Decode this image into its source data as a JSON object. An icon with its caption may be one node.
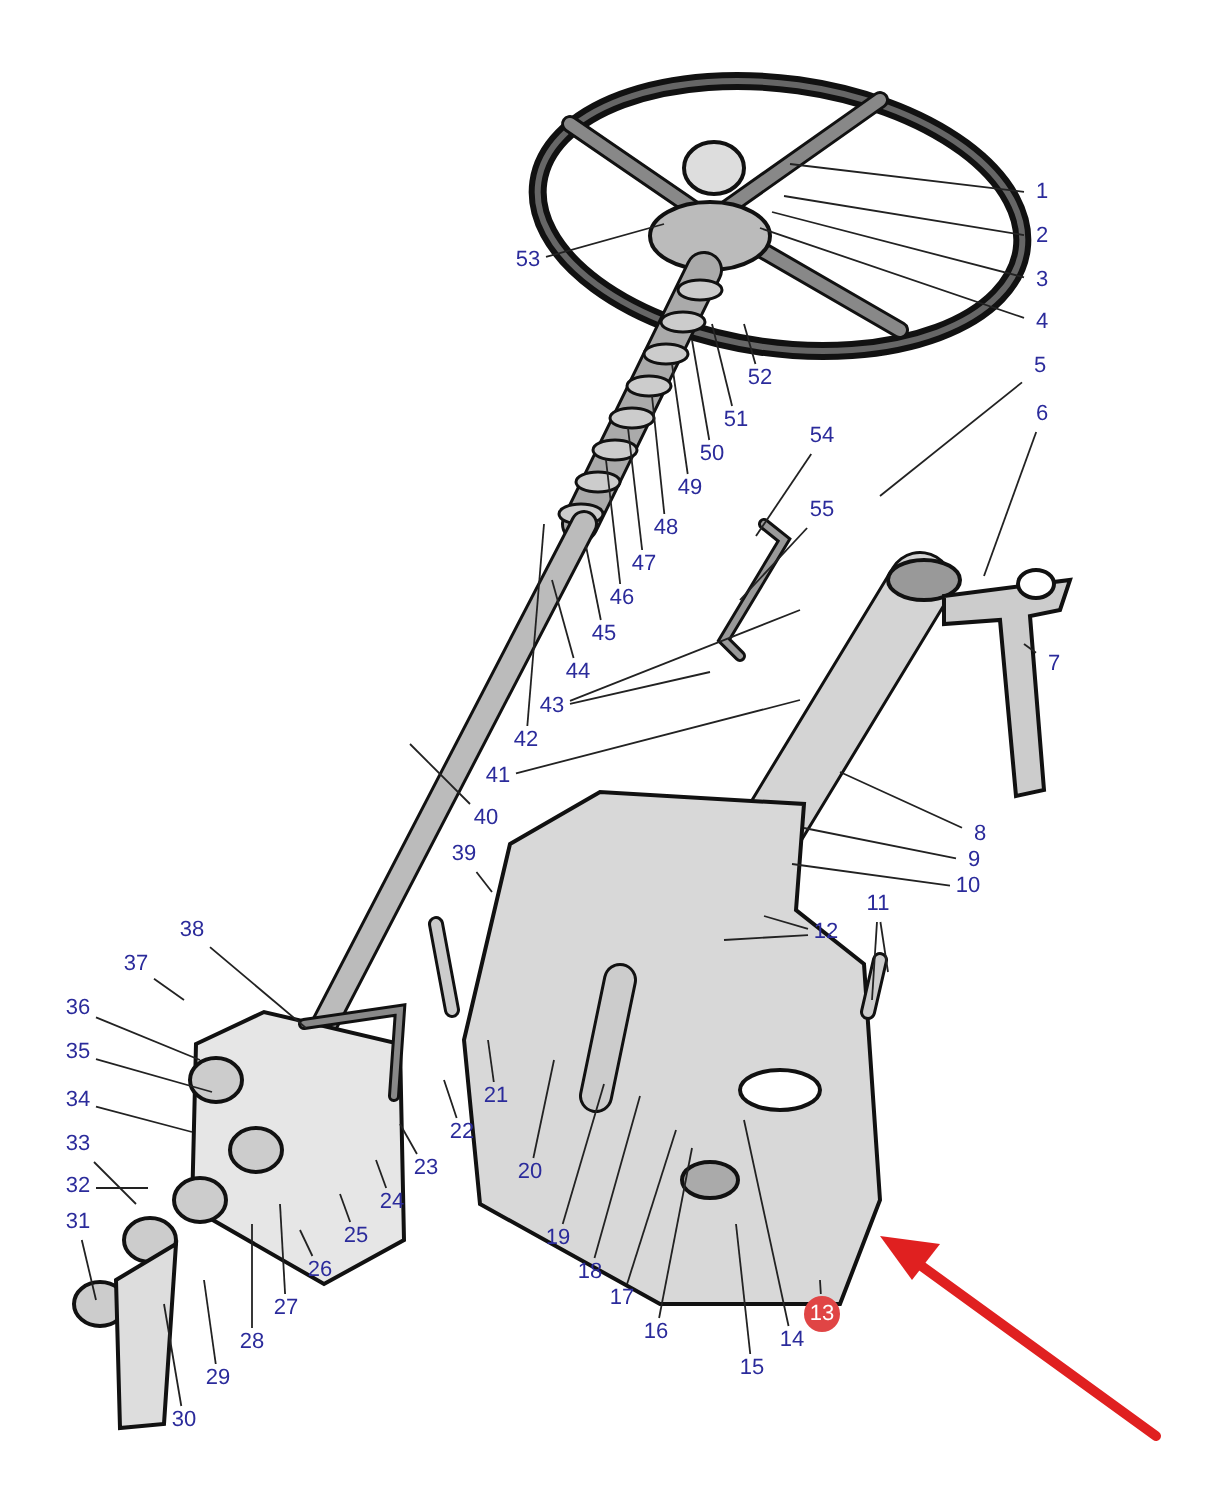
{
  "diagram": {
    "nodes": [
      {
        "text": [
          "1"
        ]
      },
      {
        "text": [
          "2"
        ]
      },
      {
        "text": [
          "3"
        ]
      },
      {
        "text": [
          "4"
        ]
      },
      {
        "text": [
          "5"
        ]
      },
      {
        "text": [
          "6"
        ]
      },
      {
        "text": [
          "7"
        ]
      },
      {
        "text": [
          "8"
        ]
      },
      {
        "text": [
          "9"
        ]
      },
      {
        "text": [
          "10"
        ]
      },
      {
        "text": [
          "11"
        ]
      },
      {
        "text": [
          "12"
        ]
      },
      {
        "text": [
          "13"
        ]
      },
      {
        "text": [
          "14"
        ]
      },
      {
        "text": [
          "15"
        ]
      },
      {
        "text": [
          "16"
        ]
      },
      {
        "text": [
          "17"
        ]
      },
      {
        "text": [
          "18"
        ]
      },
      {
        "text": [
          "19"
        ]
      },
      {
        "text": [
          "20"
        ]
      },
      {
        "text": [
          "21"
        ]
      },
      {
        "text": [
          "22"
        ]
      },
      {
        "text": [
          "23"
        ]
      },
      {
        "text": [
          "24"
        ]
      },
      {
        "text": [
          "25"
        ]
      },
      {
        "text": [
          "26"
        ]
      },
      {
        "text": [
          "27"
        ]
      },
      {
        "text": [
          "28"
        ]
      },
      {
        "text": [
          "29"
        ]
      },
      {
        "text": [
          "30"
        ]
      },
      {
        "text": [
          "31"
        ]
      },
      {
        "text": [
          "32"
        ]
      },
      {
        "text": [
          "33"
        ]
      },
      {
        "text": [
          "34"
        ]
      },
      {
        "text": [
          "35"
        ]
      },
      {
        "text": [
          "36"
        ]
      },
      {
        "text": [
          "37"
        ]
      },
      {
        "text": [
          "38"
        ]
      },
      {
        "text": [
          "39"
        ]
      },
      {
        "text": [
          "40"
        ]
      },
      {
        "text": [
          "41"
        ]
      },
      {
        "text": [
          "42"
        ]
      },
      {
        "text": [
          "43"
        ]
      },
      {
        "text": [
          "44"
        ]
      },
      {
        "text": [
          "45"
        ]
      },
      {
        "text": [
          "46"
        ]
      },
      {
        "text": [
          "47"
        ]
      },
      {
        "text": [
          "48"
        ]
      },
      {
        "text": [
          "49"
        ]
      },
      {
        "text": [
          "50"
        ]
      },
      {
        "text": [
          "51"
        ]
      },
      {
        "text": [
          "52"
        ]
      },
      {
        "text": [
          "53"
        ]
      },
      {
        "text": [
          "54"
        ]
      },
      {
        "text": [
          "55"
        ]
      }
    ],
    "edges": [
      {
        "from": 0,
        "to": null,
        "arrow": "none"
      },
      {
        "from": 1,
        "to": null,
        "arrow": "none"
      },
      {
        "from": 2,
        "to": null,
        "arrow": "none"
      },
      {
        "from": 3,
        "to": null,
        "arrow": "none"
      },
      {
        "from": 4,
        "to": null,
        "arrow": "none"
      },
      {
        "from": 5,
        "to": null,
        "arrow": "none"
      },
      {
        "from": 6,
        "to": null,
        "arrow": "none"
      },
      {
        "from": 7,
        "to": null,
        "arrow": "none"
      },
      {
        "from": 8,
        "to": null,
        "arrow": "none"
      },
      {
        "from": 9,
        "to": null,
        "arrow": "none"
      },
      {
        "from": 10,
        "to": null,
        "arrow": "none"
      },
      {
        "from": 10,
        "to": null,
        "arrow": "none"
      },
      {
        "from": 11,
        "to": null,
        "arrow": "none"
      },
      {
        "from": 11,
        "to": null,
        "arrow": "none"
      },
      {
        "from": 12,
        "to": null,
        "arrow": "none"
      },
      {
        "from": 13,
        "to": null,
        "arrow": "none"
      },
      {
        "from": 14,
        "to": null,
        "arrow": "none"
      },
      {
        "from": 15,
        "to": null,
        "arrow": "none"
      },
      {
        "from": 16,
        "to": null,
        "arrow": "none"
      },
      {
        "from": 17,
        "to": null,
        "arrow": "none"
      },
      {
        "from": 18,
        "to": null,
        "arrow": "none"
      },
      {
        "from": 19,
        "to": null,
        "arrow": "none"
      },
      {
        "from": 20,
        "to": null,
        "arrow": "none"
      },
      {
        "from": 21,
        "to": null,
        "arrow": "none"
      },
      {
        "from": 22,
        "to": null,
        "arrow": "none"
      },
      {
        "from": 23,
        "to": null,
        "arrow": "none"
      },
      {
        "from": 24,
        "to": null,
        "arrow": "none"
      },
      {
        "from": 25,
        "to": null,
        "arrow": "none"
      },
      {
        "from": 26,
        "to": null,
        "arrow": "none"
      },
      {
        "from": 27,
        "to": null,
        "arrow": "none"
      },
      {
        "from": 28,
        "to": null,
        "arrow": "none"
      },
      {
        "from": 29,
        "to": null,
        "arrow": "none"
      },
      {
        "from": 30,
        "to": null,
        "arrow": "none"
      },
      {
        "from": 31,
        "to": null,
        "arrow": "none"
      },
      {
        "from": 32,
        "to": null,
        "arrow": "none"
      },
      {
        "from": 33,
        "to": null,
        "arrow": "none"
      },
      {
        "from": 34,
        "to": null,
        "arrow": "none"
      },
      {
        "from": 35,
        "to": null,
        "arrow": "none"
      },
      {
        "from": 36,
        "to": null,
        "arrow": "none"
      },
      {
        "from": 37,
        "to": null,
        "arrow": "none"
      },
      {
        "from": 38,
        "to": null,
        "arrow": "none"
      },
      {
        "from": 39,
        "to": null,
        "arrow": "none"
      },
      {
        "from": 40,
        "to": null,
        "arrow": "none"
      },
      {
        "from": 41,
        "to": null,
        "arrow": "none"
      },
      {
        "from": 42,
        "to": null,
        "arrow": "none"
      },
      {
        "from": 42,
        "to": null,
        "arrow": "none"
      },
      {
        "from": 43,
        "to": null,
        "arrow": "none"
      },
      {
        "from": 44,
        "to": null,
        "arrow": "none"
      },
      {
        "from": 45,
        "to": null,
        "arrow": "none"
      },
      {
        "from": 46,
        "to": null,
        "arrow": "none"
      },
      {
        "from": 47,
        "to": null,
        "arrow": "none"
      },
      {
        "from": 48,
        "to": null,
        "arrow": "none"
      },
      {
        "from": 49,
        "to": null,
        "arrow": "none"
      },
      {
        "from": 50,
        "to": null,
        "arrow": "none"
      },
      {
        "from": 51,
        "to": null,
        "arrow": "none"
      },
      {
        "from": 52,
        "to": null,
        "arrow": "none"
      },
      {
        "from": 53,
        "to": null,
        "arrow": "none"
      },
      {
        "from": 54,
        "to": null,
        "arrow": "none"
      }
    ]
  }
}
